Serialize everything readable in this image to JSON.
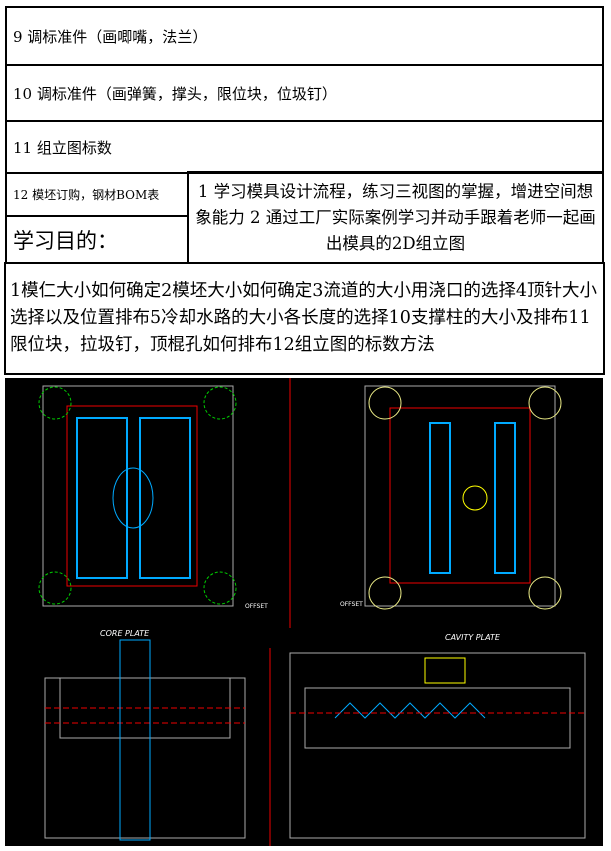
{
  "rows": [
    "9 调标准件（画唧嘴，法兰）",
    "10 调标准件（画弹簧，撑头，限位块，位圾钉）",
    "11 组立图标数",
    "12 模坯订购，钢材BOM表"
  ],
  "purpose_label": "学习目的：",
  "purpose_text": "1 学习模具设计流程，练习三视图的掌握，增进空间想象能力 2 通过工厂实际案例学习并动手跟着老师一起画出模具的2D组立图",
  "content_text": "1模仁大小如何确定2模坯大小如何确定3流道的大小用浇口的选择4顶针大小选择以及位置排布5冷却水路的大小各长度的选择10支撑柱的大小及排布11限位块，拉圾钉，顶棍孔如何排布12组立图的标数方法",
  "drawing": {
    "core_label": "CORE PLATE",
    "cavity_label": "CAVITY PLATE",
    "offset_label": "OFFSET"
  }
}
